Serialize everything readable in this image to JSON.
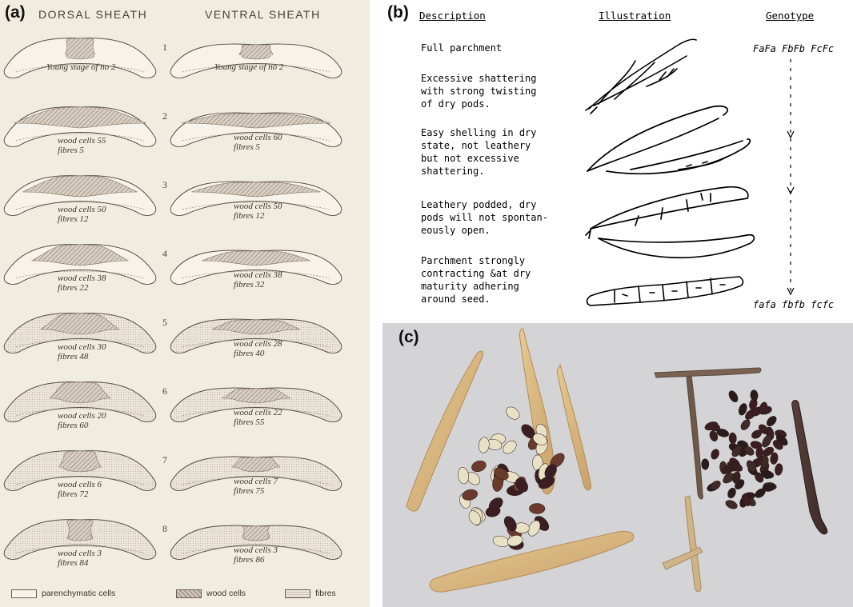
{
  "panel_a": {
    "letter": "(a)",
    "dorsal_heading": "DORSAL SHEATH",
    "ventral_heading": "VENTRAL SHEATH",
    "rows": [
      {
        "num": "1",
        "dorsal_note": "Young stage of no 2",
        "ventral_note": "Young stage of no 2"
      },
      {
        "num": "2",
        "dorsal_note": "wood cells 55\nfibres 5",
        "ventral_note": "wood cells 60\nfibres 5"
      },
      {
        "num": "3",
        "dorsal_note": "wood cells 50\nfibres 12",
        "ventral_note": "wood cells 50\nfibres 12"
      },
      {
        "num": "4",
        "dorsal_note": "wood cells 38\nfibres 22",
        "ventral_note": "wood cells 38\nfibres 32"
      },
      {
        "num": "5",
        "dorsal_note": "wood cells 30\nfibres 48",
        "ventral_note": "wood cells 28\nfibres 40"
      },
      {
        "num": "6",
        "dorsal_note": "wood cells 20\nfibres 60",
        "ventral_note": "wood cells 22\nfibres 55"
      },
      {
        "num": "7",
        "dorsal_note": "wood cells 6\nfibres 72",
        "ventral_note": "wood cells 7\nfibres 75"
      },
      {
        "num": "8",
        "dorsal_note": "wood cells 3\nfibres 84",
        "ventral_note": "wood cells 3\nfibres 86"
      }
    ],
    "legend": [
      "parenchymatic cells",
      "wood cells",
      "fibres"
    ]
  },
  "panel_b": {
    "letter": "(b)",
    "headings": {
      "description": "Description",
      "illustration": "Illustration",
      "genotype": "Genotype"
    },
    "descriptions": [
      "Full parchment",
      "Excessive shattering\nwith strong twisting\nof dry pods.",
      "Easy shelling in dry\nstate, not leathery\nbut not excessive\nshattering.",
      "Leathery podded, dry\npods will not spontan-\neously open.",
      "Parchment strongly\ncontracting &at dry\nmaturity adhering\naround seed."
    ],
    "genotype_top": "FaFa FbFb FcFc",
    "genotype_bottom": "fafa fbfb fcfc"
  },
  "panel_c": {
    "letter": "(c)"
  },
  "colors": {
    "page_a": "#f1ece0",
    "ink_a": "#4a3f35",
    "photo_bg": "#d4d4d6",
    "pod_tan": "#d8b57f",
    "bean_dark": "#3b1e22",
    "bean_light": "#e9e1c6"
  }
}
